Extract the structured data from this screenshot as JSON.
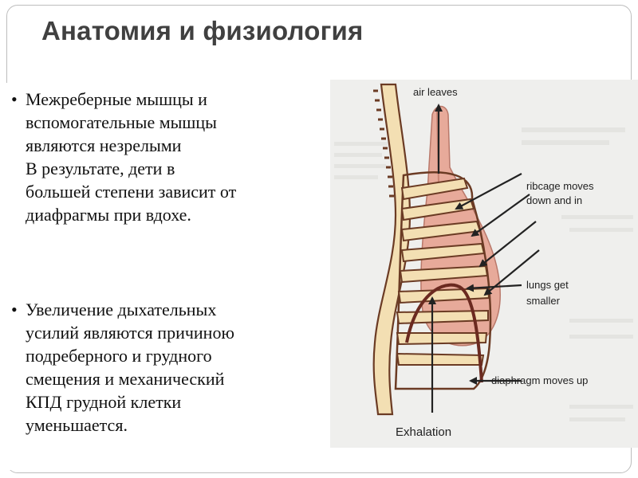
{
  "slide": {
    "title": "Анатомия и физиология"
  },
  "bullets": [
    {
      "marker": "•",
      "lines": [
        "Межреберные мышцы и",
        "вспомогательные мышцы",
        "являются незрелыми",
        "В результате, дети в",
        "большей степени зависит от",
        "диафрагмы при вдохе."
      ]
    },
    {
      "marker": "•",
      "lines": [
        "Увеличение дыхательных",
        "усилий являются причиною",
        "подреберного и грудного",
        "смещения и механический",
        "КПД грудной клетки",
        "уменьшается."
      ]
    }
  ],
  "figure": {
    "labels": {
      "air_leaves": "air leaves",
      "ribcage_line1": "ribcage moves",
      "ribcage_line2": "down and in",
      "lungs_line1": "lungs get",
      "lungs_line2": "smaller",
      "diaphragm": "diaphragm moves up",
      "caption": "Exhalation"
    },
    "colors": {
      "background": "#efefed",
      "rib_fill": "#f3dfb3",
      "rib_stroke": "#6b3b24",
      "lung_fill": "#e7aa9a",
      "diaphragm": "#6b2a20"
    }
  }
}
